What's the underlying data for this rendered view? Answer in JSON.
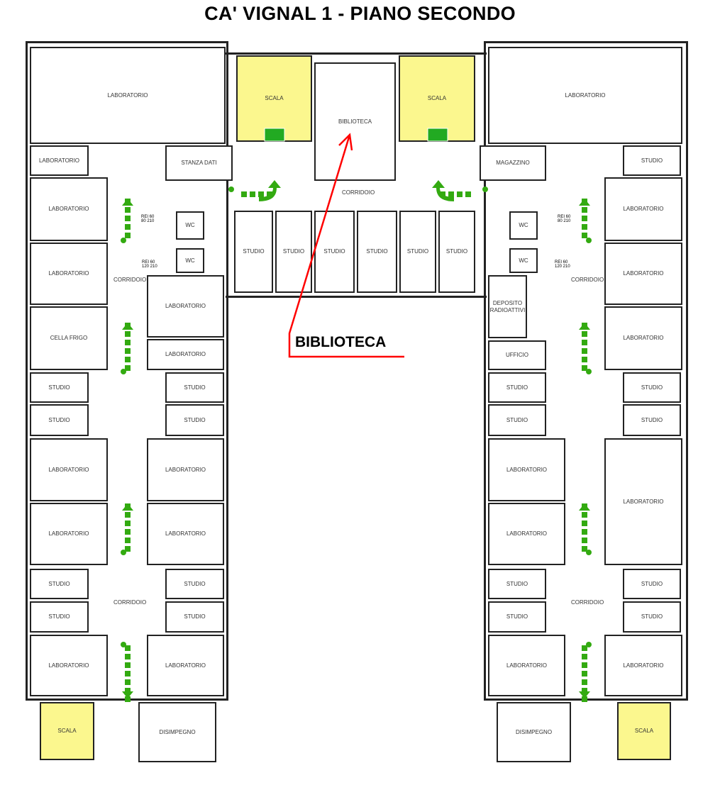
{
  "title": "CA' VIGNAL 1 - PIANO SECONDO",
  "callout": {
    "label": "BIBLIOTECA",
    "color": "#ff0000"
  },
  "colors": {
    "stair": "#fbf78e",
    "exit_arrow": "#33aa11",
    "exit_sign": "#22aa22"
  },
  "rooms": [
    "LABORATORIO",
    "SCALA",
    "BIBLIOTECA",
    "SCALA",
    "LABORATORIO",
    "LABORATORIO",
    "STANZA DATI",
    "MAGAZZINO",
    "STUDIO",
    "LABORATORIO",
    "LABORATORIO",
    "CELLA FRIGO",
    "WC",
    "WC",
    "LABORATORIO",
    "LABORATORIO",
    "STUDIO",
    "STUDIO",
    "STUDIO",
    "STUDIO",
    "LABORATORIO",
    "LABORATORIO",
    "LABORATORIO",
    "LABORATORIO",
    "STUDIO",
    "STUDIO",
    "STUDIO",
    "STUDIO",
    "LABORATORIO",
    "LABORATORIO",
    "STUDIO",
    "STUDIO",
    "STUDIO",
    "STUDIO",
    "STUDIO",
    "STUDIO",
    "WC",
    "WC",
    "DEPOSITO RADIOATTIVI",
    "UFFICIO",
    "LABORATORIO",
    "LABORATORIO",
    "LABORATORIO",
    "STUDIO",
    "STUDIO",
    "STUDIO",
    "STUDIO",
    "LABORATORIO",
    "LABORATORIO",
    "LABORATORIO",
    "STUDIO",
    "STUDIO",
    "STUDIO",
    "STUDIO",
    "LABORATORIO",
    "LABORATORIO",
    "SCALA",
    "DISIMPEGNO",
    "DISIMPEGNO",
    "SCALA"
  ],
  "corridors": [
    "CORRIDOIO",
    "CORRIDOIO",
    "CORRIDOIO",
    "CORRIDOIO",
    "CORRIDOIO"
  ],
  "door_labels": [
    "REI 60",
    "80 210",
    "REI 60",
    "120 210",
    "REI 60",
    "80 210",
    "REI 60",
    "120 210"
  ]
}
